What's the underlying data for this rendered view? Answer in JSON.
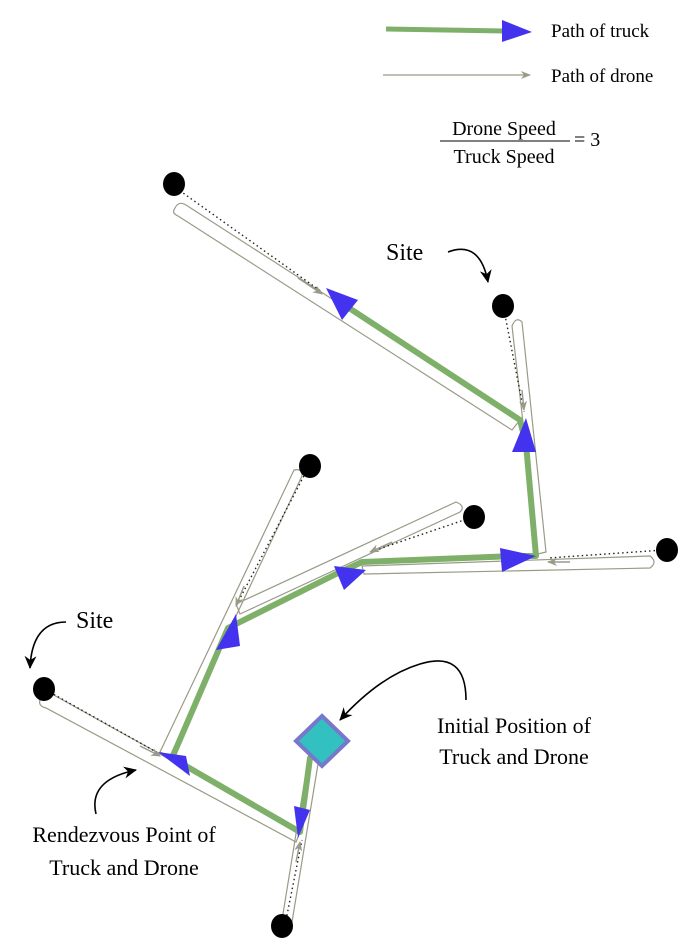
{
  "legend": {
    "truck_label": "Path of truck",
    "drone_label": "Path of drone"
  },
  "ratio": {
    "numerator": "Drone Speed",
    "denominator": "Truck Speed",
    "value": "= 3"
  },
  "labels": {
    "site_top": "Site",
    "site_left": "Site",
    "rendezvous_line1": "Rendezvous Point of",
    "rendezvous_line2": "Truck and Drone",
    "initial_line1": "Initial Position of",
    "initial_line2": "Truck and Drone"
  },
  "colors": {
    "truck_path": "#7fb069",
    "truck_arrow": "#4433ee",
    "drone_path": "#9a9a88",
    "site": "#000000",
    "depot_fill": "#33c0c0",
    "depot_stroke": "#7777cc"
  }
}
